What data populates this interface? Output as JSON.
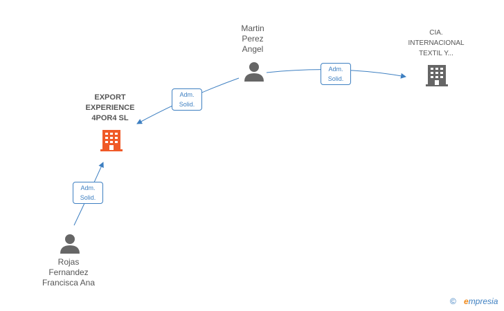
{
  "nodes": {
    "export_experience": {
      "lines": [
        "EXPORT",
        "EXPERIENCE",
        "4POR4 SL"
      ],
      "type": "company",
      "color": "#f05a28"
    },
    "cia_internacional": {
      "lines": [
        "CIA.",
        "INTERNACIONAL",
        "TEXTIL Y..."
      ],
      "type": "company",
      "color": "#666666"
    },
    "martin_perez": {
      "lines": [
        "Martin",
        "Perez",
        "Angel"
      ],
      "type": "person",
      "color": "#666666"
    },
    "rojas_fernandez": {
      "lines": [
        "Rojas",
        "Fernandez",
        "Francisca Ana"
      ],
      "type": "person",
      "color": "#666666"
    }
  },
  "edges": [
    {
      "from": "martin_perez",
      "to": "export_experience",
      "label_lines": [
        "Adm.",
        "Solid."
      ]
    },
    {
      "from": "martin_perez",
      "to": "cia_internacional",
      "label_lines": [
        "Adm.",
        "Solid."
      ]
    },
    {
      "from": "rojas_fernandez",
      "to": "export_experience",
      "label_lines": [
        "Adm.",
        "Solid."
      ]
    }
  ],
  "colors": {
    "edge": "#3d7fc1",
    "main_company": "#f05a28",
    "other": "#666666"
  },
  "footer": {
    "copyright_symbol": "©",
    "brand_initial": "e",
    "brand_rest": "mpresia"
  }
}
